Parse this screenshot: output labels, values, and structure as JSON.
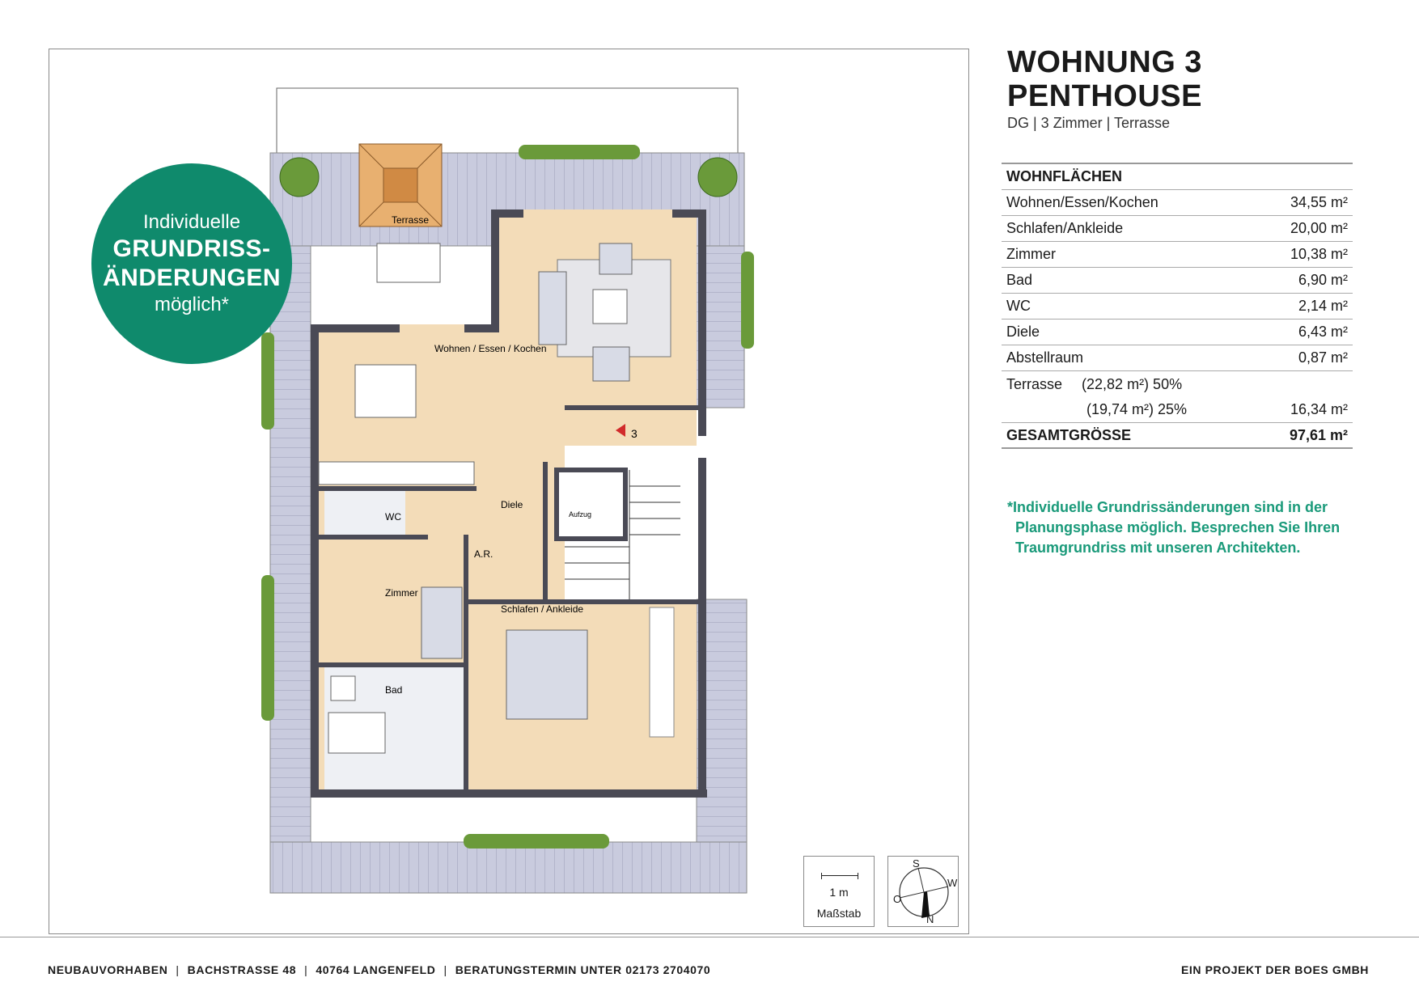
{
  "badge": {
    "line1": "Individuelle",
    "line2": "GRUNDRISS-",
    "line3": "ÄNDERUNGEN",
    "line4": "möglich*"
  },
  "plan": {
    "room_terrasse": "Terrasse",
    "room_wohnen": "Wohnen / Essen / Kochen",
    "room_diele": "Diele",
    "room_wc": "WC",
    "room_ar": "A.R.",
    "room_zimmer": "Zimmer",
    "room_schlafen": "Schlafen / Ankleide",
    "room_bad": "Bad",
    "room_aufzug": "Aufzug",
    "entrance_number": "3"
  },
  "scale": {
    "unit": "1 m",
    "label": "Maßstab"
  },
  "compass": {
    "s": "S",
    "w": "W",
    "o": "O",
    "n": "N"
  },
  "header": {
    "title_line1": "WOHNUNG 3",
    "title_line2": "PENTHOUSE",
    "subtitle": "DG | 3 Zimmer | Terrasse"
  },
  "areas": {
    "heading": "WOHNFLÄCHEN",
    "rows": [
      {
        "label": "Wohnen/Essen/Kochen",
        "value": "34,55 m²"
      },
      {
        "label": "Schlafen/Ankleide",
        "value": "20,00 m²"
      },
      {
        "label": "Zimmer",
        "value": "10,38 m²"
      },
      {
        "label": "Bad",
        "value": "6,90 m²"
      },
      {
        "label": "WC",
        "value": "2,14 m²"
      },
      {
        "label": "Diele",
        "value": "6,43 m²"
      },
      {
        "label": "Abstellraum",
        "value": "0,87 m²"
      }
    ],
    "terrace_label": "Terrasse",
    "terrace_line1": "(22,82 m²) 50%",
    "terrace_line2": "(19,74 m²) 25%",
    "terrace_value": "16,34 m²",
    "total_label": "GESAMTGRÖSSE",
    "total_value": "97,61 m²"
  },
  "note": {
    "line1": "*Individuelle Grundrissänderungen sind in der",
    "line2": "Planungsphase möglich. Besprechen Sie Ihren",
    "line3": "Traumgrundriss mit unseren Architekten."
  },
  "footer": {
    "left": [
      "NEUBAUVORHABEN",
      "BACHSTRASSE 48",
      "40764 LANGENFELD",
      "BERATUNGSTERMIN UNTER 02173 2704070"
    ],
    "separator": "|",
    "right": "EIN PROJEKT DER BOES GMBH"
  },
  "colors": {
    "accent": "#0f8a6c",
    "note_text": "#1a9a7a",
    "floor": "#f3dcb8",
    "terrace": "#c9cbde",
    "wall": "#4a4a55"
  }
}
